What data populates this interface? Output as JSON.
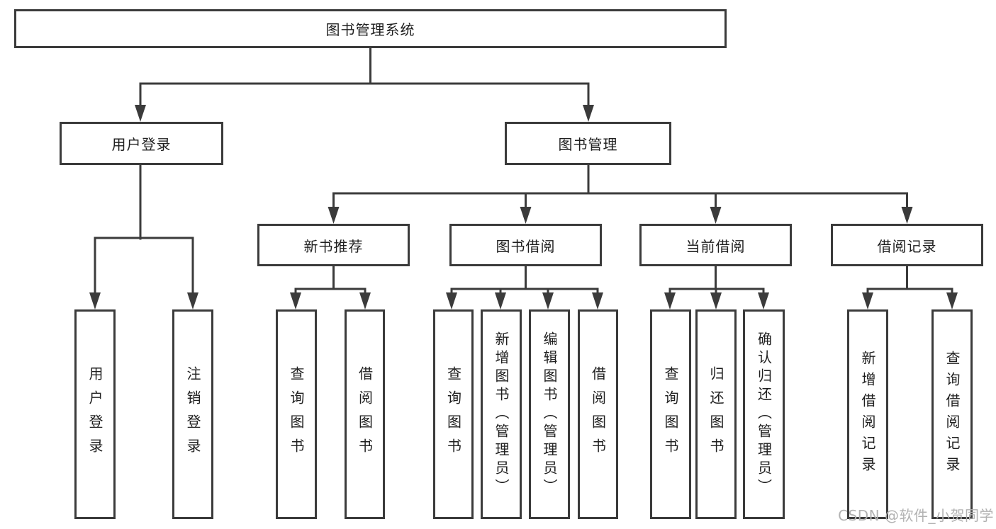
{
  "diagram": {
    "root": {
      "label": "图书管理系统",
      "children": [
        {
          "label": "用户登录",
          "children": [
            {
              "label": "用户登录"
            },
            {
              "label": "注销登录"
            }
          ]
        },
        {
          "label": "图书管理",
          "children": [
            {
              "label": "新书推荐",
              "children": [
                {
                  "label": "查询图书"
                },
                {
                  "label": "借阅图书"
                }
              ]
            },
            {
              "label": "图书借阅",
              "children": [
                {
                  "label": "查询图书"
                },
                {
                  "label": "新增图书（管理员）"
                },
                {
                  "label": "编辑图书（管理员）"
                },
                {
                  "label": "借阅图书"
                }
              ]
            },
            {
              "label": "当前借阅",
              "children": [
                {
                  "label": "查询图书"
                },
                {
                  "label": "归还图书"
                },
                {
                  "label": "确认归还（管理员）"
                }
              ]
            },
            {
              "label": "借阅记录",
              "children": [
                {
                  "label": "新增借阅记录"
                },
                {
                  "label": "查询借阅记录"
                }
              ]
            }
          ]
        }
      ]
    }
  },
  "watermark": {
    "text": "CSDN @软件_小贺同学"
  },
  "colors": {
    "line": "#3b3b3b",
    "border": "#3b3b3b",
    "text": "#1f1f1f",
    "watermark": "#b2b2b2",
    "background": "#ffffff"
  }
}
